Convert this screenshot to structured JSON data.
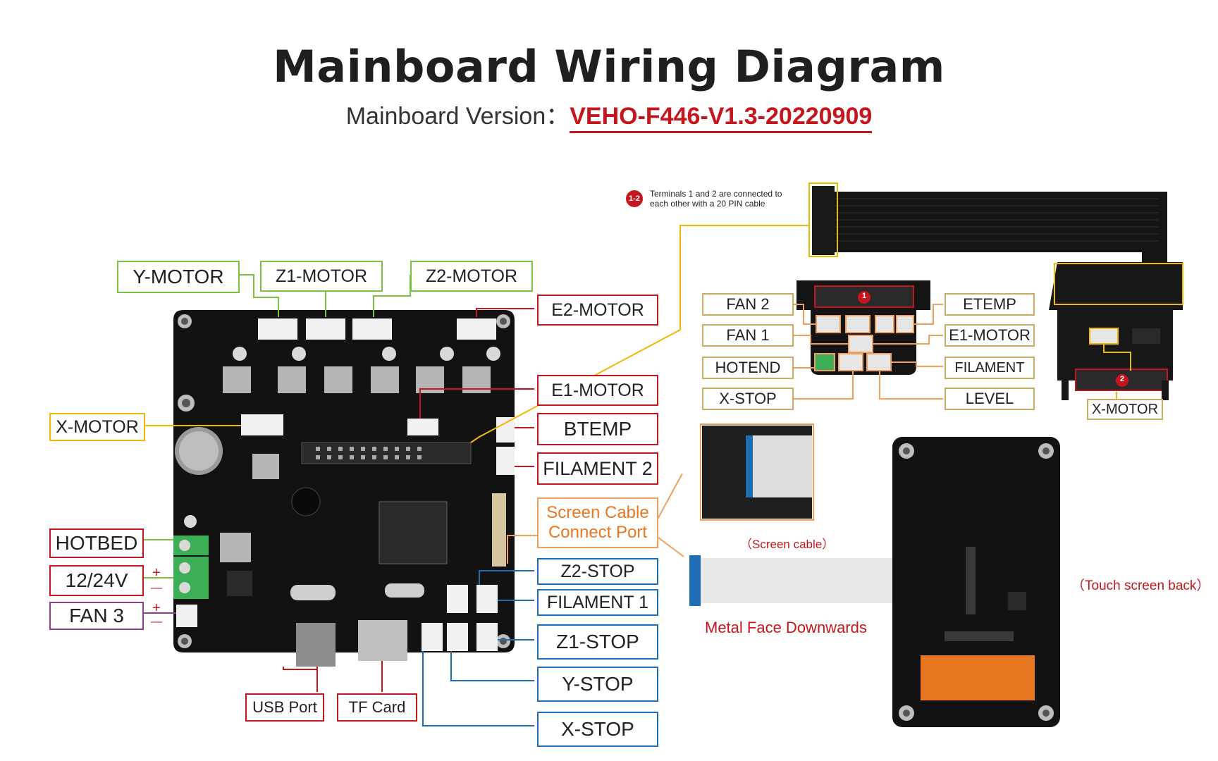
{
  "header": {
    "title": "Mainboard Wiring Diagram",
    "subtitle_prefix": "Mainboard Version：",
    "subtitle_version": "VEHO-F446-V1.3-20220909"
  },
  "note": {
    "badge": "1-2",
    "line1": "Terminals 1 and 2 are connected to",
    "line2": "each other with a 20 PIN cable"
  },
  "labels": {
    "y_motor": "Y-MOTOR",
    "z1_motor": "Z1-MOTOR",
    "z2_motor": "Z2-MOTOR",
    "e2_motor": "E2-MOTOR",
    "e1_motor": "E1-MOTOR",
    "btemp": "BTEMP",
    "filament_2": "FILAMENT 2",
    "x_motor": "X-MOTOR",
    "hotbed": "HOTBED",
    "power": "12/24V",
    "fan_3": "FAN 3",
    "screen_cable_1": "Screen Cable",
    "screen_cable_2": "Connect Port",
    "z2_stop": "Z2-STOP",
    "filament_1": "FILAMENT 1",
    "z1_stop": "Z1-STOP",
    "y_stop": "Y-STOP",
    "x_stop": "X-STOP",
    "usb_port": "USB Port",
    "tf_card": "TF Card",
    "fan_2": "FAN 2",
    "fan_1": "FAN 1",
    "hotend": "HOTEND",
    "x_stop_adapter": "X-STOP",
    "etemp": "ETEMP",
    "e1_motor_adapter": "E1-MOTOR",
    "filament_adapter": "FILAMENT",
    "level": "LEVEL",
    "x_motor_adapter": "X-MOTOR",
    "screen_cable_caption": "（Screen cable）",
    "metal_face": "Metal Face Downwards",
    "touch_back": "（Touch screen back）",
    "pin_1": "1",
    "pin_2": "2",
    "plus_a": "+",
    "minus_a": "—",
    "plus_b": "+",
    "minus_b": "—"
  },
  "colors": {
    "green": "#7cc242",
    "red": "#c4161c",
    "yellow": "#f2b705",
    "orange": "#f0a05a",
    "blue": "#1f6db3",
    "purple": "#8e3f8e",
    "board": "#121212"
  }
}
